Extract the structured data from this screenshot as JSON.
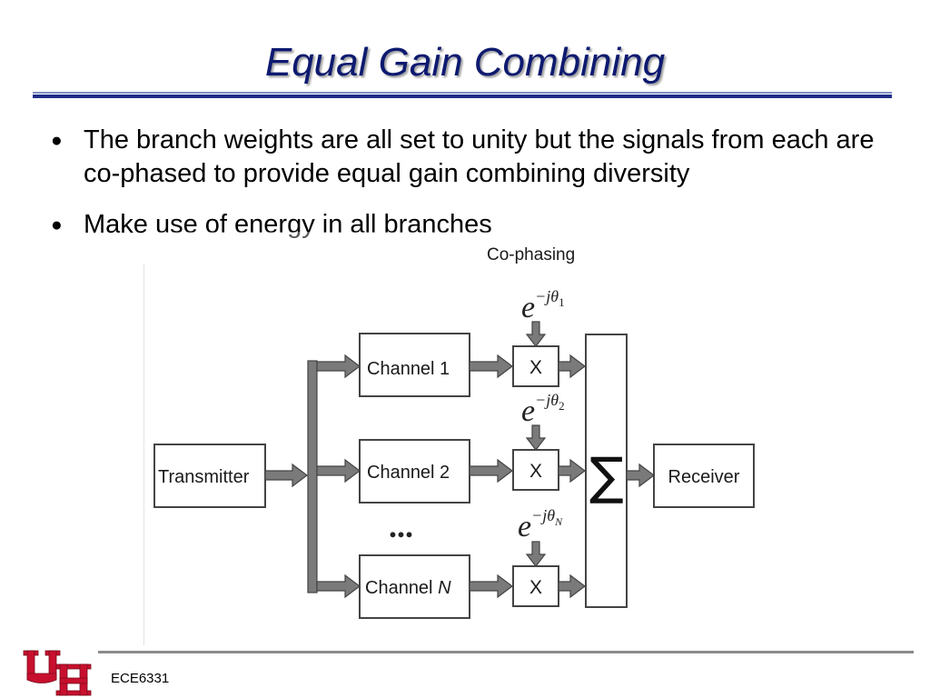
{
  "slide": {
    "title": "Equal Gain Combining",
    "bullets": [
      "The branch weights are all set to unity but the signals from each are co-phased to provide equal gain combining diversity",
      "Make use of energy in all branches"
    ]
  },
  "diagram": {
    "cophasing_label": "Co-phasing",
    "transmitter": "Transmitter",
    "receiver": "Receiver",
    "sum_symbol": "∑",
    "multiplier_symbol": "X",
    "ellipsis": "...",
    "channels": [
      {
        "label_text": "Channel 1",
        "label_italic": "",
        "phase_base": "e",
        "phase_exp": "−jθ",
        "phase_sub": "1"
      },
      {
        "label_text": "Channel 2",
        "label_italic": "",
        "phase_base": "e",
        "phase_exp": "−jθ",
        "phase_sub": "2"
      },
      {
        "label_text": "Channel ",
        "label_italic": "N",
        "phase_base": "e",
        "phase_exp": "−jθ",
        "phase_sub": "N"
      }
    ]
  },
  "footer": {
    "course": "ECE6331",
    "logo_name": "UH-logo"
  },
  "colors": {
    "title": "#0d1a70",
    "arrow_fill": "#7a7a7a",
    "logo_red": "#c8102e"
  }
}
